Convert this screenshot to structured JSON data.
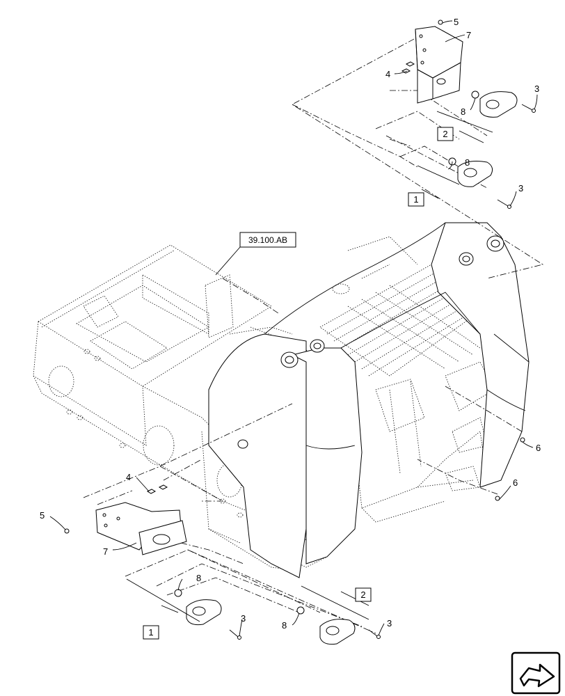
{
  "reference": {
    "text": "39.100.AB"
  },
  "callouts": [
    {
      "id": "c5-top",
      "text": "5"
    },
    {
      "id": "c7-top",
      "text": "7"
    },
    {
      "id": "c4-top",
      "text": "4"
    },
    {
      "id": "c3-top-a",
      "text": "3"
    },
    {
      "id": "c8-top-a",
      "text": "8"
    },
    {
      "id": "c8-top-b",
      "text": "8"
    },
    {
      "id": "c3-top-b",
      "text": "3"
    },
    {
      "id": "c6-a",
      "text": "6"
    },
    {
      "id": "c6-b",
      "text": "6"
    },
    {
      "id": "c4-bot",
      "text": "4"
    },
    {
      "id": "c5-bot",
      "text": "5"
    },
    {
      "id": "c7-bot",
      "text": "7"
    },
    {
      "id": "c8-bot-a",
      "text": "8"
    },
    {
      "id": "c8-bot-b",
      "text": "8"
    },
    {
      "id": "c3-bot-a",
      "text": "3"
    },
    {
      "id": "c3-bot-b",
      "text": "3"
    }
  ],
  "boxed_labels": [
    {
      "id": "b2-top",
      "text": "2"
    },
    {
      "id": "b1-top",
      "text": "1"
    },
    {
      "id": "b2-bot",
      "text": "2"
    },
    {
      "id": "b1-bot",
      "text": "1"
    }
  ],
  "icons": {
    "nav": "next-page-arrow-icon"
  }
}
